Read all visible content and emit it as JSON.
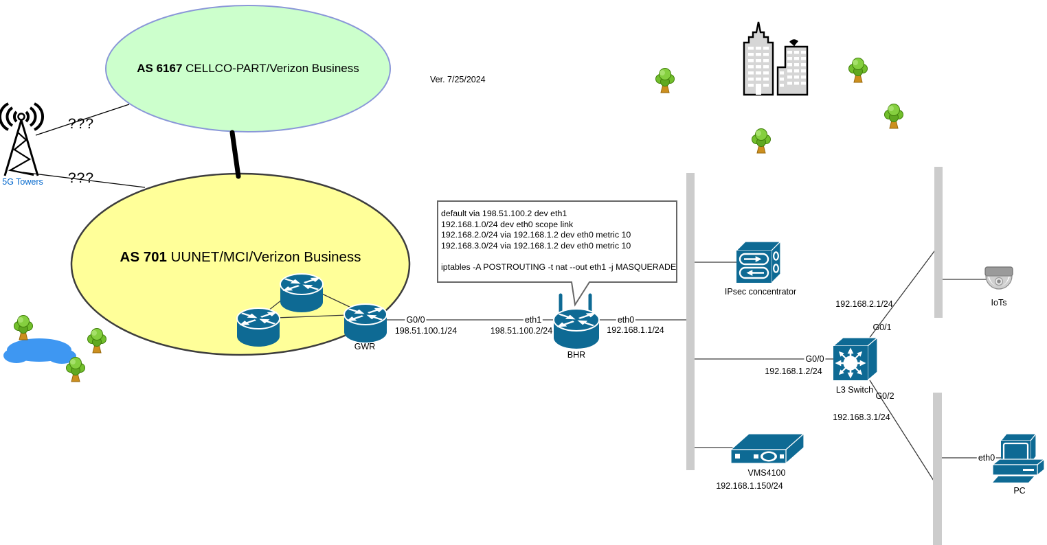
{
  "meta": {
    "version_label": "Ver. 7/25/2024"
  },
  "ellipses": {
    "as6167": {
      "as": "AS 6167",
      "name": " CELLCO-PART/Verizon Business",
      "fill": "#ccffcc",
      "stroke": "#8a97d8"
    },
    "as701": {
      "as": "AS 701",
      "name": " UUNET/MCI/Verizon Business",
      "fill": "#ffff99",
      "stroke": "#3d3d3d"
    }
  },
  "tower": {
    "label": "5G Towers",
    "label_color": "#0066cc",
    "link_to_as6167": "???",
    "link_to_as701": "???"
  },
  "routing_box": {
    "lines": [
      "default via 198.51.100.2 dev eth1",
      "192.168.1.0/24 dev eth0 scope link",
      "192.168.2.0/24 via 192.168.1.2 dev eth0 metric 10",
      "192.168.3.0/24 via 192.168.1.2 dev eth0 metric 10",
      "",
      "iptables -A POSTROUTING -t nat --out eth1 -j MASQUERADE"
    ]
  },
  "devices": {
    "gwr": {
      "label": "GWR"
    },
    "bhr": {
      "label": "BHR"
    },
    "ipsec": {
      "label": "IPsec concentrator"
    },
    "l3switch": {
      "label": "L3 Switch"
    },
    "vms4100": {
      "label": "VMS4100",
      "ip": "192.168.1.150/24"
    },
    "iots": {
      "label": "IoTs"
    },
    "pc": {
      "label": "PC"
    }
  },
  "links": {
    "gwr_bhr": {
      "gwr_if": "G0/0",
      "gwr_ip": "198.51.100.1/24",
      "bhr_if": "eth1",
      "bhr_ip": "198.51.100.2/24"
    },
    "bhr_lan1": {
      "if": "eth0",
      "ip": "192.168.1.1/24"
    },
    "switch_lan1": {
      "if": "G0/0",
      "ip": "192.168.1.2/24"
    },
    "switch_lan2": {
      "if": "G0/1",
      "ip": "192.168.2.1/24"
    },
    "switch_lan3": {
      "if": "G0/2",
      "ip": "192.168.3.1/24"
    },
    "pc_lan3": {
      "if": "eth0"
    }
  },
  "colors": {
    "device_blue": "#0e6a94",
    "segment_gray": "#cccccc",
    "tree_green": "#79c335",
    "trunk_orange": "#cc8f1e",
    "pond_blue": "#3e97f2",
    "building_gray": "#d6d6d6"
  }
}
